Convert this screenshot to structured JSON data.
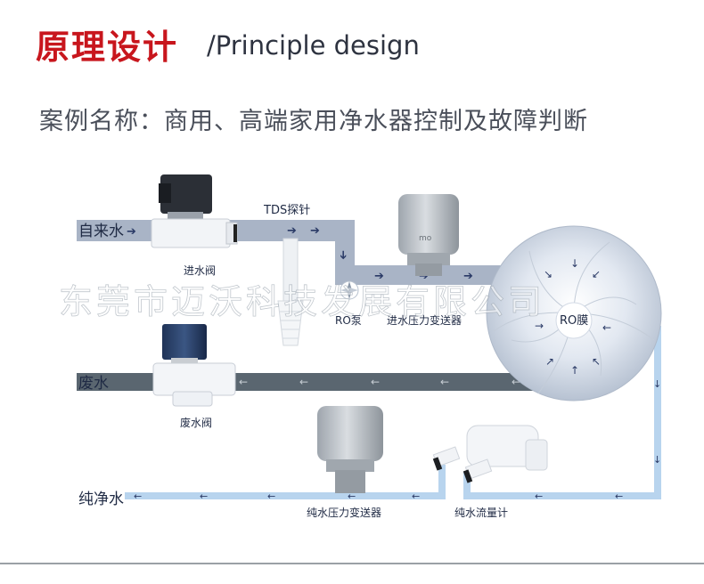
{
  "header": {
    "title_cn": "原理设计",
    "title_en": "/Principle design"
  },
  "subtitle": "案例名称：商用、高端家用净水器控制及故障判断",
  "lines": {
    "inlet": "自来水",
    "waste": "废水",
    "pure": "纯净水"
  },
  "components": {
    "tds_probe": "TDS探针",
    "inlet_valve": "进水阀",
    "ro_pump": "RO泵",
    "inlet_pressure_transmitter": "进水压力变送器",
    "ro_membrane": "RO膜",
    "waste_valve": "废水阀",
    "pure_pressure_transmitter": "纯水压力变送器",
    "pure_flowmeter": "纯水流量计"
  },
  "watermark": "东莞市迈沃科技发展有限公司",
  "device_mark": "mo",
  "colors": {
    "title_red": "#c8161d",
    "inlet_pipe": "#a9b4c6",
    "waste_pipe": "#5a6670",
    "pure_pipe": "#b8d4ee",
    "flow_arrow": "#2a3a66"
  }
}
